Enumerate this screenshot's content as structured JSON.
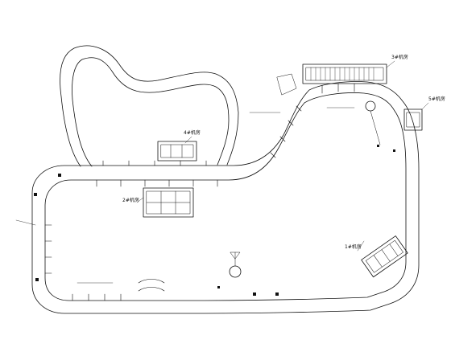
{
  "diagram": {
    "stroke_color": "#111111",
    "background": "#ffffff",
    "areas": [
      {
        "id": "area-top-right",
        "label": "3#机房"
      },
      {
        "id": "area-center",
        "label": "4#机房"
      },
      {
        "id": "area-mid-left",
        "label": "2#机房"
      },
      {
        "id": "area-right",
        "label": "5#机房"
      },
      {
        "id": "area-bottom-right",
        "label": "1#机房"
      }
    ]
  }
}
